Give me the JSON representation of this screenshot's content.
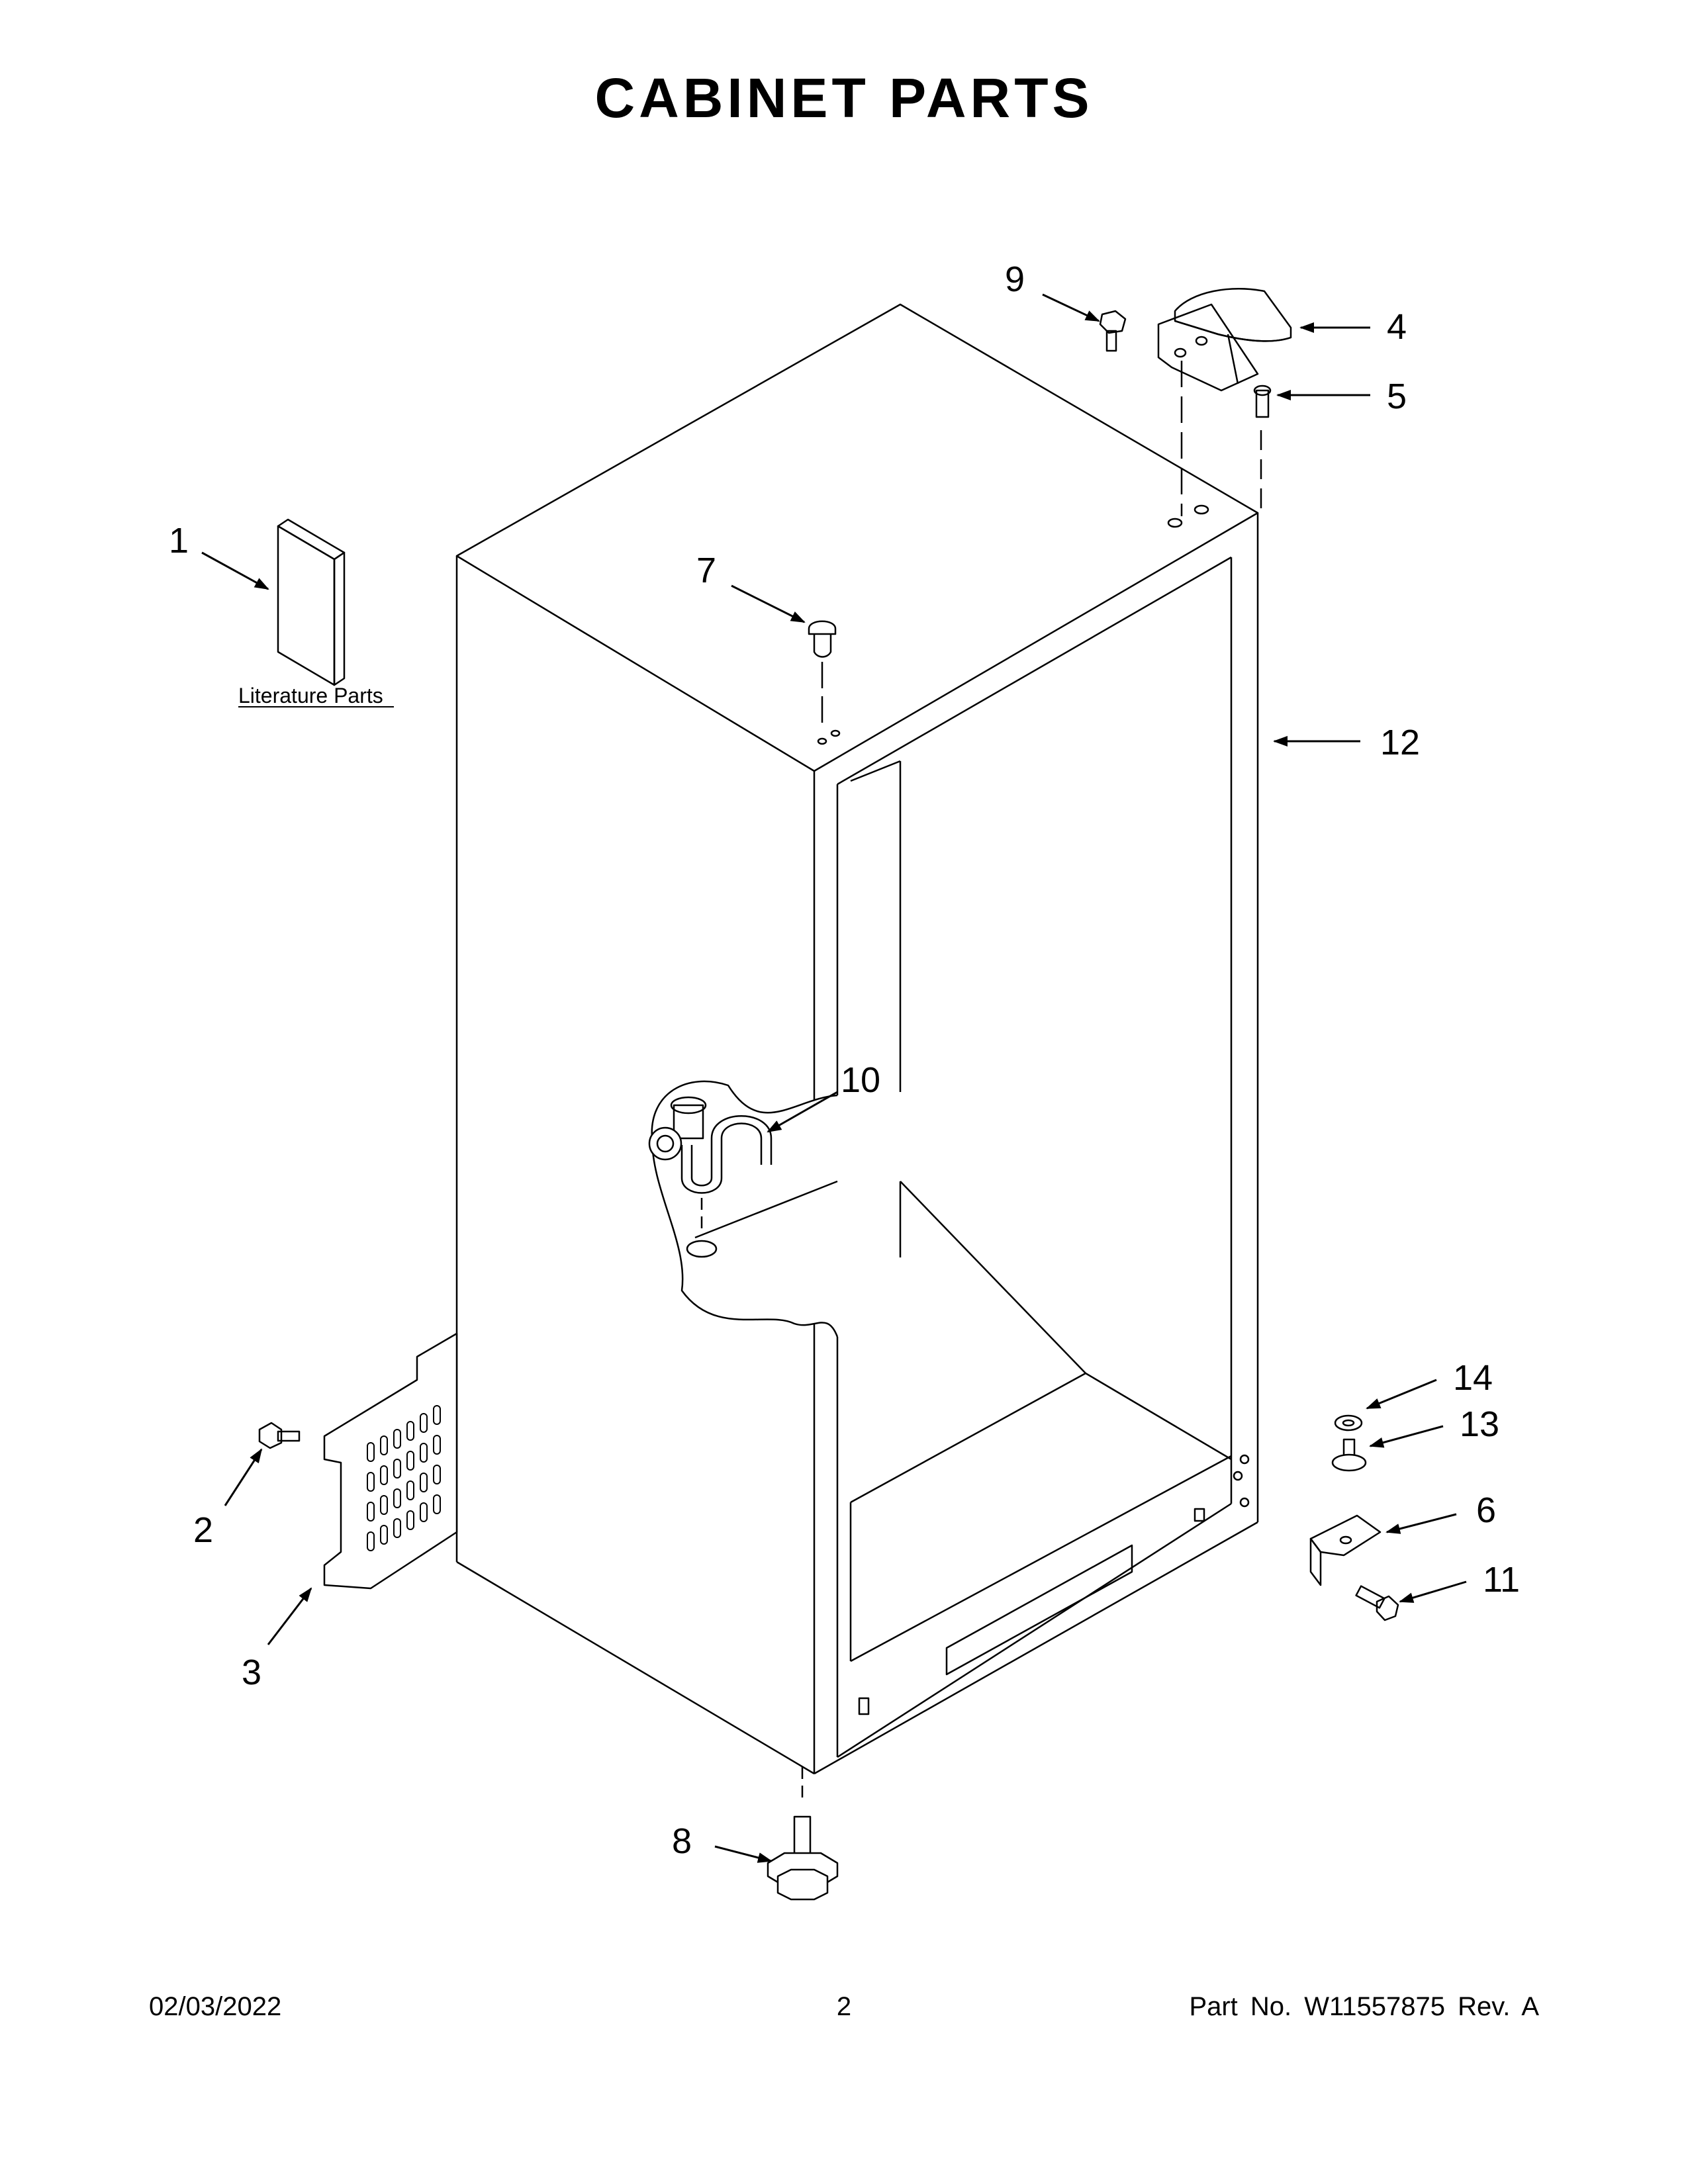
{
  "page": {
    "title": "CABINET PARTS",
    "footer": {
      "date": "02/03/2022",
      "page_number": "2",
      "part_number": "Part No.  W11557875  Rev.  A"
    }
  },
  "callouts": [
    {
      "id": "1",
      "label": "1",
      "note": "Literature Parts"
    },
    {
      "id": "2",
      "label": "2"
    },
    {
      "id": "3",
      "label": "3"
    },
    {
      "id": "4",
      "label": "4"
    },
    {
      "id": "5",
      "label": "5"
    },
    {
      "id": "6",
      "label": "6"
    },
    {
      "id": "7",
      "label": "7"
    },
    {
      "id": "8",
      "label": "8"
    },
    {
      "id": "9",
      "label": "9"
    },
    {
      "id": "10",
      "label": "10"
    },
    {
      "id": "11",
      "label": "11"
    },
    {
      "id": "12",
      "label": "12"
    },
    {
      "id": "13",
      "label": "13"
    },
    {
      "id": "14",
      "label": "14"
    }
  ]
}
